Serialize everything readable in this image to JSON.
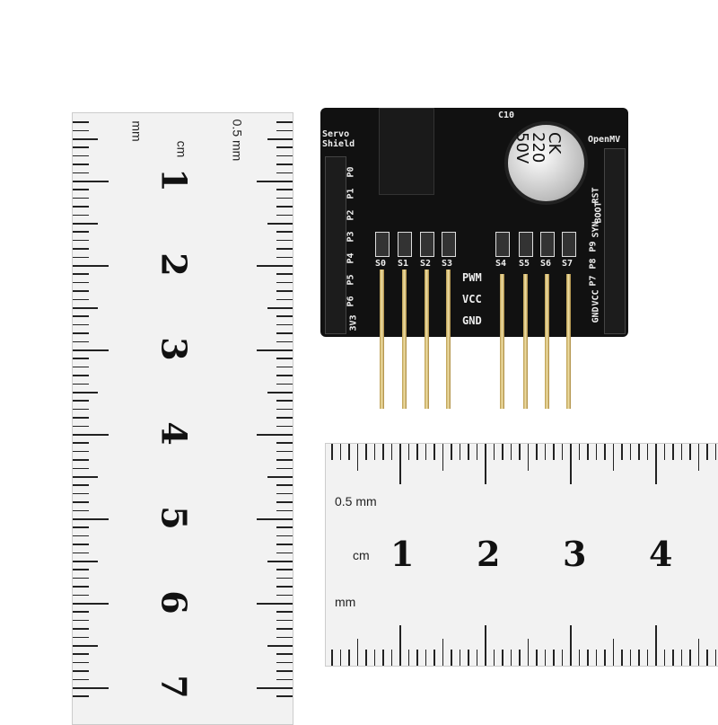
{
  "vertical_ruler": {
    "unit_mm": "mm",
    "half_mm": "0.5 mm",
    "unit_cm": "cm",
    "numbers": [
      "1",
      "2",
      "3",
      "4",
      "5",
      "6",
      "7"
    ]
  },
  "horizontal_ruler": {
    "half_mm": "0.5 mm",
    "unit_cm": "cm",
    "unit_mm": "mm",
    "numbers": [
      "1",
      "2",
      "3",
      "4"
    ]
  },
  "pcb": {
    "title_left": "Servo Shield",
    "brand": "OpenMV",
    "capacitor": {
      "label": "C10",
      "text": "CK\n220\n50V"
    },
    "left_pins": [
      "P0",
      "P1",
      "P2",
      "P3",
      "P4",
      "P5",
      "P6",
      "3V3"
    ],
    "right_pins": [
      "RST",
      "BOOT",
      "SYN",
      "P9",
      "P8",
      "P7",
      "VCC",
      "GND"
    ],
    "servo_channels": [
      "S0",
      "S1",
      "S2",
      "S3",
      "S4",
      "S5",
      "S6",
      "S7"
    ],
    "rows": [
      "PWM",
      "VCC",
      "GND"
    ]
  }
}
